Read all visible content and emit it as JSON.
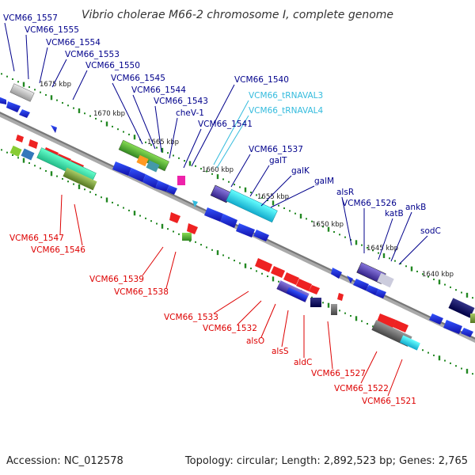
{
  "title": "Vibrio cholerae M66-2 chromosome I, complete genome",
  "footer": {
    "accession": "Accession: NC_012578",
    "topology": "Topology: circular; Length: 2,892,523 bp; Genes: 2,765"
  },
  "colors": {
    "upper_label": "#00008b",
    "trna_label": "#33bbdd",
    "lower_label": "#dd0000",
    "backbone": "#888888",
    "tick_dot": "#228822"
  },
  "ticks": [
    "1675 kbp",
    "1670 kbp",
    "1665 kbp",
    "1660 kbp",
    "1655 kbp",
    "1650 kbp",
    "1645 kbp",
    "1640 kbp"
  ],
  "upper_labels": [
    "VCM66_1557",
    "VCM66_1555",
    "VCM66_1554",
    "VCM66_1553",
    "VCM66_1550",
    "VCM66_1545",
    "VCM66_1544",
    "VCM66_1543",
    "cheV-1",
    "VCM66_1541",
    "VCM66_1540",
    "VCM66_tRNAVAL3",
    "VCM66_tRNAVAL4",
    "VCM66_1537",
    "galT",
    "galK",
    "galM",
    "alsR",
    "VCM66_1526",
    "katB",
    "ankB",
    "sodC"
  ],
  "lower_labels": [
    "VCM66_1547",
    "VCM66_1546",
    "VCM66_1539",
    "VCM66_1538",
    "VCM66_1533",
    "VCM66_1532",
    "alsO",
    "alsS",
    "aldC",
    "VCM66_1527",
    "VCM66_1522",
    "VCM66_1521"
  ]
}
